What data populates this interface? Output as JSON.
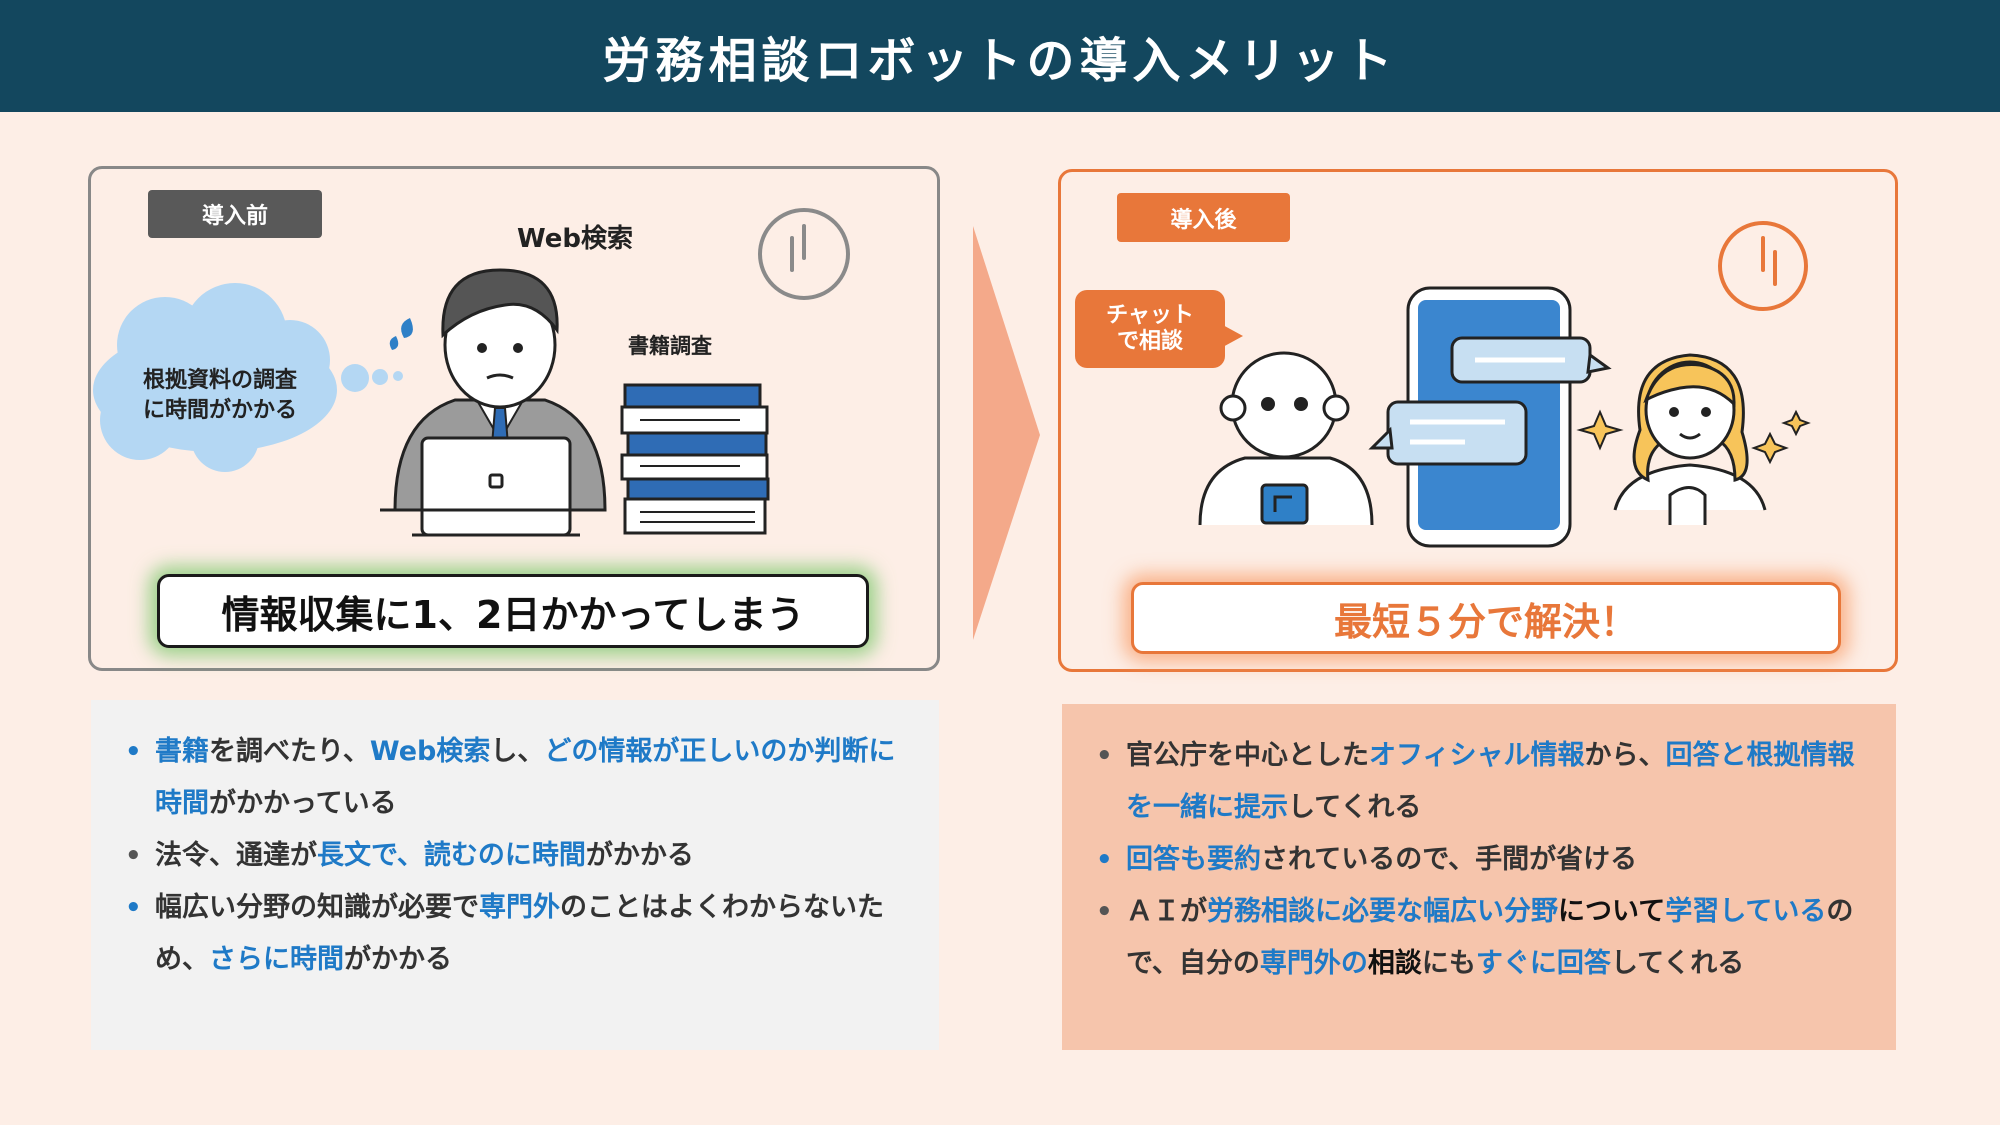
{
  "header": {
    "title": "労務相談ロボットの導入メリット"
  },
  "before": {
    "tag": "導入前",
    "web_search": "Web検索",
    "books": "書籍調査",
    "thought_line1": "根拠資料の調査",
    "thought_line2": "に時間がかかる",
    "callout": "情報収集に1、2日かかってしまう",
    "bullets": [
      {
        "marker_color": "#1f7ac7",
        "segments": [
          {
            "t": "書籍",
            "h": true
          },
          {
            "t": "を調べたり、",
            "h": false
          },
          {
            "t": "Web検索",
            "h": true
          },
          {
            "t": "し、",
            "h": false
          },
          {
            "t": "どの情報が正しいのか判断",
            "h": true
          },
          {
            "t": "に時間",
            "h": true
          },
          {
            "t": "がかかっている",
            "h": false
          }
        ]
      },
      {
        "marker_color": "#555555",
        "segments": [
          {
            "t": "法令、通達が",
            "h": false
          },
          {
            "t": "長文で、読むのに時間",
            "h": true
          },
          {
            "t": "がかかる",
            "h": false
          }
        ]
      },
      {
        "marker_color": "#1f7ac7",
        "segments": [
          {
            "t": "幅広い分野の知識が必要で",
            "h": false
          },
          {
            "t": "専門外",
            "h": true
          },
          {
            "t": "のことはよくわからないため、",
            "h": false
          },
          {
            "t": "さらに時間",
            "h": true
          },
          {
            "t": "がかかる",
            "h": false
          }
        ]
      }
    ]
  },
  "after": {
    "tag": "導入後",
    "chat_line1": "チャット",
    "chat_line2": "で相談",
    "callout": "最短５分で解決！",
    "bullets": [
      {
        "marker_color": "#555555",
        "segments": [
          {
            "t": "官公庁を中心とした",
            "h": false
          },
          {
            "t": "オフィシャル情報",
            "h": true
          },
          {
            "t": "から、",
            "h": false
          },
          {
            "t": "回答と根拠情報を一緒に提示",
            "h": true
          },
          {
            "t": "してくれる",
            "h": false
          }
        ]
      },
      {
        "marker_color": "#1f7ac7",
        "segments": [
          {
            "t": "回答も要約",
            "h": true
          },
          {
            "t": "されているので、手間が省ける",
            "h": false
          }
        ]
      },
      {
        "marker_color": "#555555",
        "segments": [
          {
            "t": "ＡＩが",
            "h": false
          },
          {
            "t": "労務相談に必要な幅広い分野",
            "h": true
          },
          {
            "t": "について",
            "h": false,
            "dark": true
          },
          {
            "t": "学習している",
            "h": true
          },
          {
            "t": "ので、自分の",
            "h": false
          },
          {
            "t": "専門外の",
            "h": true
          },
          {
            "t": "相談",
            "h": false,
            "dark": true
          },
          {
            "t": "にも",
            "h": false
          },
          {
            "t": "すぐに回答",
            "h": true
          },
          {
            "t": "してくれる",
            "h": false
          }
        ]
      }
    ]
  },
  "colors": {
    "header_bg": "#13475e",
    "accent_orange": "#e8773a",
    "highlight_blue": "#1f7ac7",
    "page_bg": "#fdeee6"
  },
  "icons": [
    "clock-icon",
    "person-laptop-illustration",
    "books-illustration",
    "robot-illustration",
    "smartphone-chat-illustration",
    "woman-illustration",
    "sparkle-icon",
    "thought-cloud-icon",
    "arrow-right-icon"
  ]
}
